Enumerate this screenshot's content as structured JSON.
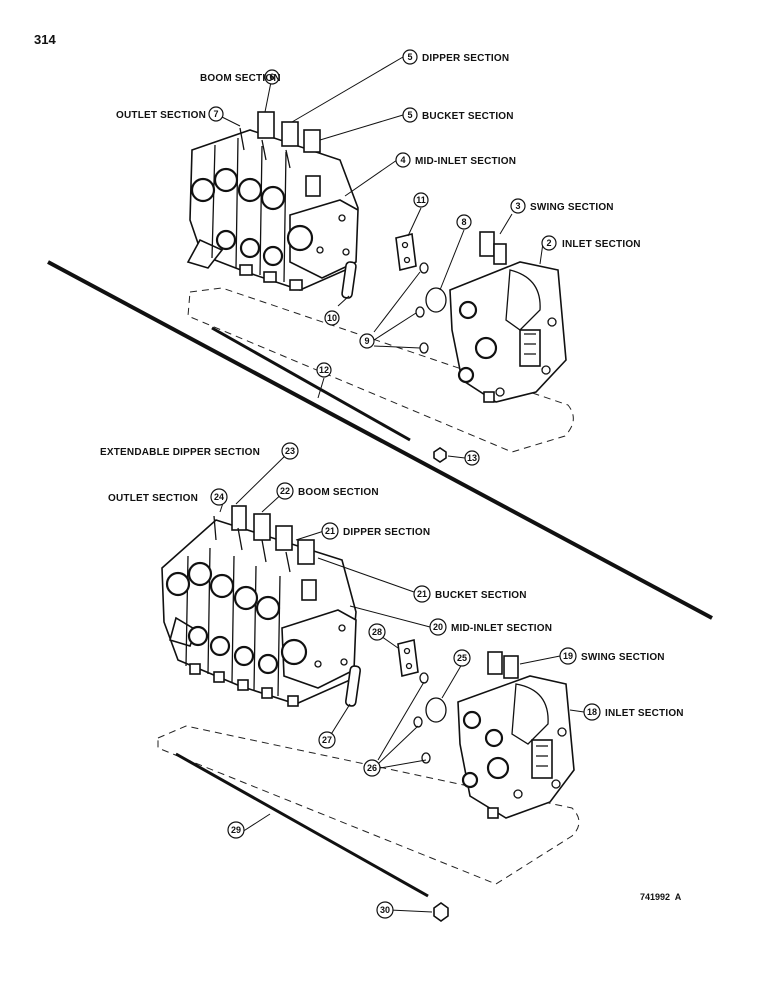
{
  "page_number": "314",
  "reference": "741992  A",
  "top_assembly": {
    "labels": [
      {
        "num": "6",
        "text": "BOOM SECTION"
      },
      {
        "num": "7",
        "text": "OUTLET SECTION"
      },
      {
        "num": "5",
        "text": "DIPPER SECTION"
      },
      {
        "num": "5",
        "text": "BUCKET SECTION"
      },
      {
        "num": "4",
        "text": "MID-INLET SECTION"
      },
      {
        "num": "3",
        "text": "SWING SECTION"
      },
      {
        "num": "2",
        "text": "INLET SECTION"
      }
    ],
    "callouts": [
      "11",
      "8",
      "10",
      "9",
      "12",
      "13"
    ]
  },
  "bottom_assembly": {
    "labels": [
      {
        "num": "23",
        "text": "EXTENDABLE DIPPER SECTION"
      },
      {
        "num": "24",
        "text": "OUTLET SECTION"
      },
      {
        "num": "22",
        "text": "BOOM SECTION"
      },
      {
        "num": "21",
        "text": "DIPPER SECTION"
      },
      {
        "num": "21",
        "text": "BUCKET SECTION"
      },
      {
        "num": "20",
        "text": "MID-INLET SECTION"
      },
      {
        "num": "19",
        "text": "SWING SECTION"
      },
      {
        "num": "18",
        "text": "INLET SECTION"
      }
    ],
    "callouts": [
      "28",
      "25",
      "27",
      "26",
      "29",
      "30"
    ]
  }
}
